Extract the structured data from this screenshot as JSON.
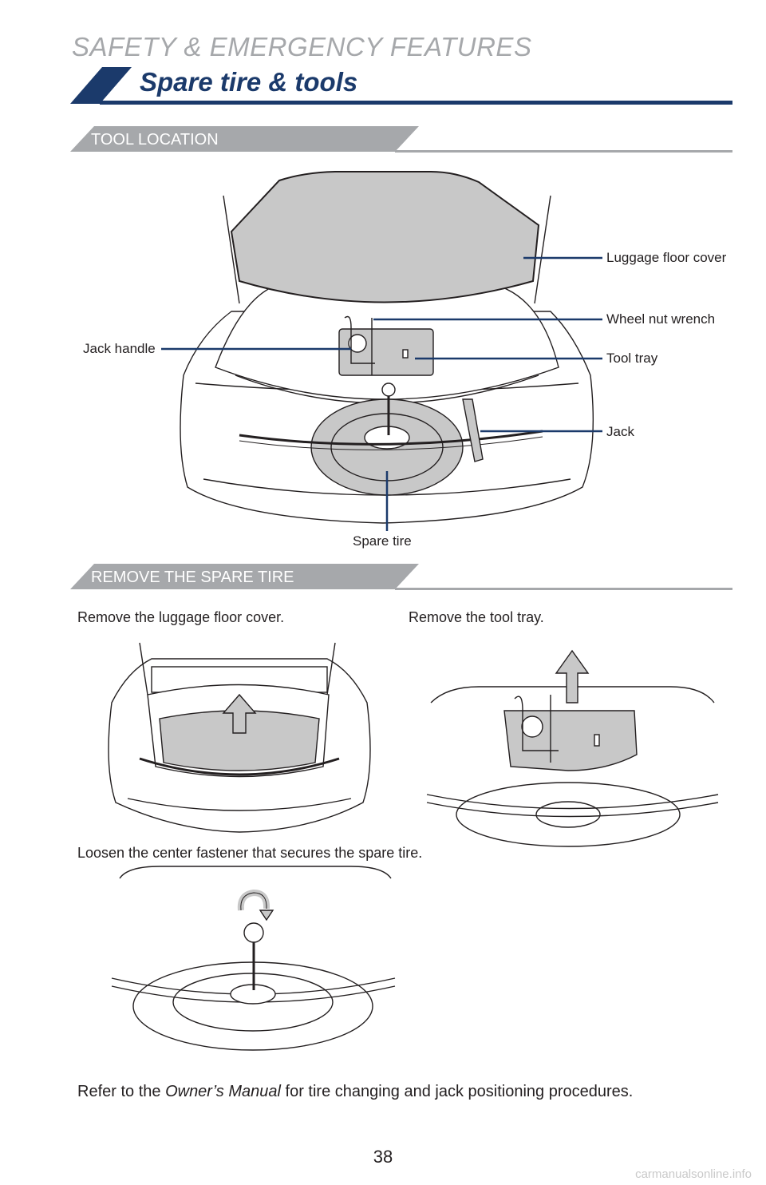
{
  "header": {
    "section": "SAFETY & EMERGENCY FEATURES",
    "title": "Spare tire & tools"
  },
  "tool_location": {
    "heading": "TOOL LOCATION",
    "callouts": {
      "luggage_floor_cover": "Luggage floor cover",
      "wheel_nut_wrench": "Wheel nut wrench",
      "jack_handle": "Jack handle",
      "tool_tray": "Tool tray",
      "jack": "Jack",
      "spare_tire": "Spare tire"
    }
  },
  "remove_spare": {
    "heading": "REMOVE THE SPARE TIRE",
    "steps": [
      "Remove the luggage floor cover.",
      "Remove the tool tray.",
      "Loosen the center fastener that secures the spare tire."
    ]
  },
  "footer": {
    "note_before": "Refer to the ",
    "note_italic": "Owner’s Manual",
    "note_after": " for tire changing and jack positioning procedures.",
    "page_number": "38"
  },
  "watermark": "carmanualsonline.info",
  "colors": {
    "navy": "#1b3a6b",
    "band_gray": "#a6a8ab",
    "line_gray": "#b3b3b3",
    "fill_gray": "#c8c8c8"
  }
}
